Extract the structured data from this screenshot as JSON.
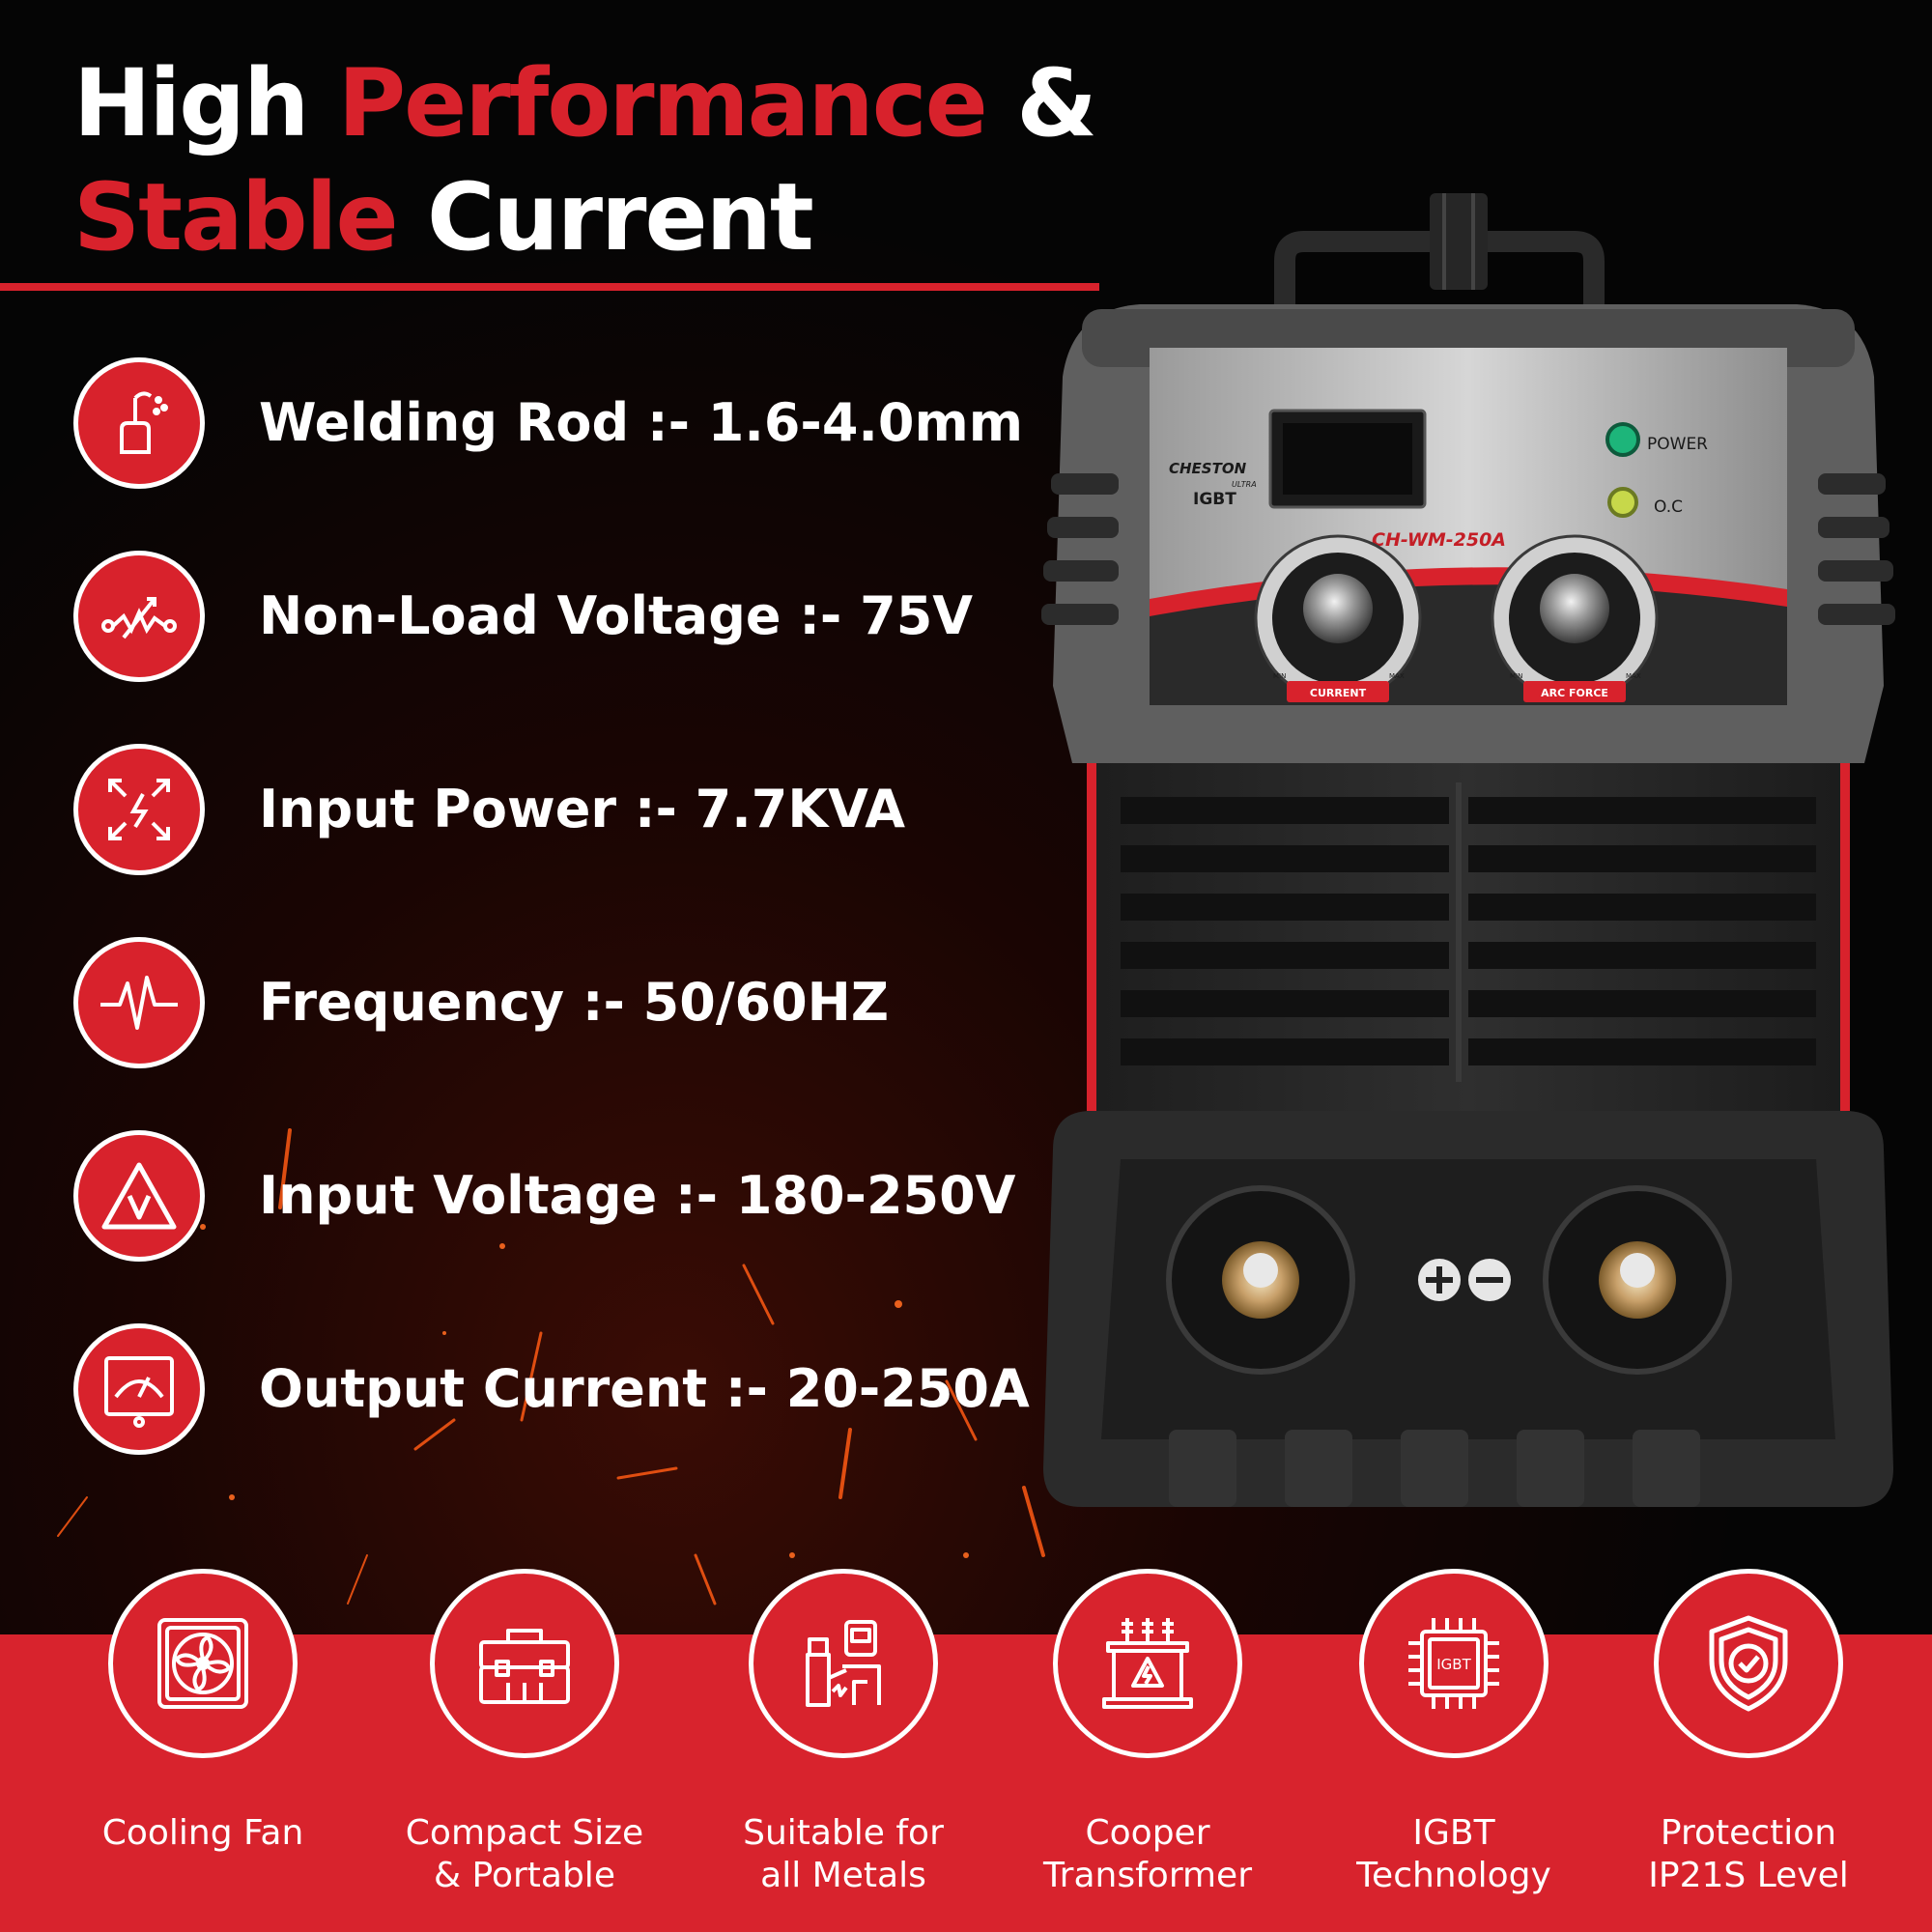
{
  "colors": {
    "brand_red": "#d8222c",
    "background": "#050505",
    "text": "#ffffff"
  },
  "headline": {
    "line1_part1": "High",
    "line1_part2": "Performance",
    "line1_part3": "&",
    "line2_part1": "Stable",
    "line2_part2": "Current"
  },
  "specs": [
    {
      "icon": "welding-rod-icon",
      "label": "Welding Rod :- 1.6-4.0mm"
    },
    {
      "icon": "voltage-meter-icon",
      "label": "Non-Load Voltage :- 75V"
    },
    {
      "icon": "power-arrows-icon",
      "label": "Input Power :- 7.7KVA"
    },
    {
      "icon": "pulse-wave-icon",
      "label": "Frequency :-  50/60HZ"
    },
    {
      "icon": "voltage-triangle-icon",
      "label": "Input Voltage :-  180-250V"
    },
    {
      "icon": "gauge-dial-icon",
      "label": "Output Current :- 20-250A"
    }
  ],
  "product": {
    "brand": "CHESTON",
    "brand_sub": "ULTRA",
    "tech": "IGBT",
    "model": "CH-WM-250A",
    "power_label": "POWER",
    "oc_label": "O.C",
    "knob1_label": "CURRENT",
    "knob2_label": "ARC FORCE",
    "min_label": "MIN",
    "max_label": "MAX"
  },
  "features": [
    {
      "icon": "cooling-fan-icon",
      "label": "Cooling Fan"
    },
    {
      "icon": "toolbox-icon",
      "label": "Compact Size\n& Portable"
    },
    {
      "icon": "welder-icon",
      "label": "Suitable for\nall Metals"
    },
    {
      "icon": "transformer-icon",
      "label": "Cooper\nTransformer"
    },
    {
      "icon": "chip-icon",
      "label": "IGBT\nTechnology",
      "chip_text": "IGBT"
    },
    {
      "icon": "shield-check-icon",
      "label": "Protection\nIP21S Level"
    }
  ]
}
